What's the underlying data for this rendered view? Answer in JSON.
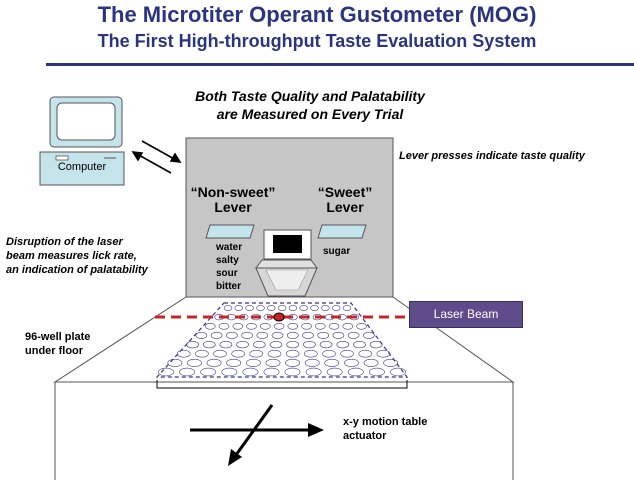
{
  "title": "The Microtiter Operant Gustometer (MOG)",
  "subtitle": "The First High-throughput Taste Evaluation System",
  "heading_line1": "Both Taste Quality and Palatability",
  "heading_line2": "are Measured on Every Trial",
  "lever_note": "Lever presses indicate taste quality",
  "laser_note_line1": "Disruption of the laser",
  "laser_note_line2": "beam measures lick rate,",
  "laser_note_line3": "an indication of palatability",
  "computer_label": "Computer",
  "nonsweet_lever_line1": "“Non-sweet”",
  "nonsweet_lever_line2": "Lever",
  "sweet_lever_line1": "“Sweet”",
  "sweet_lever_line2": "Lever",
  "nonsweet_tastes": [
    "water",
    "salty",
    "sour",
    "bitter"
  ],
  "sweet_tastes": [
    "sugar"
  ],
  "laser_beam_label": "Laser Beam",
  "plate_label_line1": "96-well plate",
  "plate_label_line2": "under floor",
  "actuator_label_line1": "x-y motion table",
  "actuator_label_line2": "actuator",
  "colors": {
    "title": "#2a3580",
    "chamber": "#c6c6c6",
    "lever": "#c4e3ea",
    "laser_line": "#cc2222",
    "laser_box": "#5f4c8a",
    "wells": "#3a3a9a"
  }
}
